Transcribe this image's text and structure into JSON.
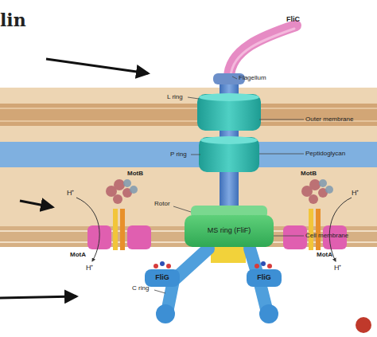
{
  "diagram": {
    "nodes": [
      {
        "text": [
          "MS ring (FliF)"
        ]
      },
      {
        "text": [
          "FliG"
        ]
      },
      {
        "text": [
          "FliG"
        ]
      }
    ],
    "labels": [
      "lin",
      "FliC",
      "Flagellum",
      "L ring",
      "Outer membrane",
      "P ring",
      "Peptidoglycan",
      "MotB",
      "MotB",
      "H⁺",
      "H⁺",
      "Rotor",
      "Cell membrane",
      "MotA",
      "MotA",
      "H⁺",
      "H⁺",
      "C ring"
    ]
  }
}
